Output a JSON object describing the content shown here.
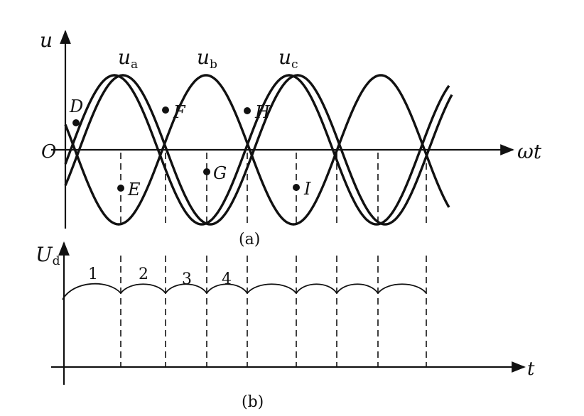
{
  "panel_a": {
    "axis_y_label": "u",
    "axis_x_label": "ωt",
    "origin_label": "O",
    "caption": "(a)",
    "curve_labels": {
      "a": {
        "main": "u",
        "sub": "a"
      },
      "b": {
        "main": "u",
        "sub": "b"
      },
      "c": {
        "main": "u",
        "sub": "c"
      }
    },
    "points": {
      "D": "D",
      "E": "E",
      "F": "F",
      "G": "G",
      "H": "H",
      "I": "I"
    }
  },
  "panel_b": {
    "axis_y_label": {
      "main": "U",
      "sub": "d"
    },
    "axis_x_label": "t",
    "caption": "(b)",
    "segment_labels": [
      "1",
      "2",
      "3",
      "4"
    ]
  },
  "colors": {
    "ink": "#111111",
    "background": "#ffffff"
  }
}
